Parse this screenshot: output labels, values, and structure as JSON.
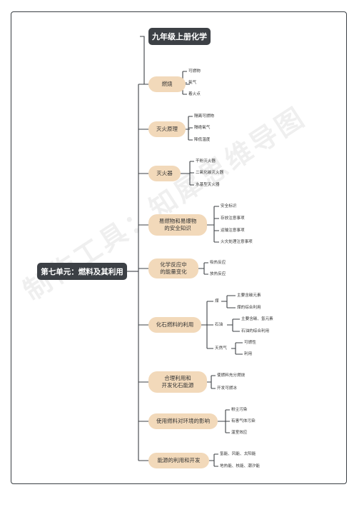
{
  "title": "九年级上册化学",
  "root": "第七单元：燃料及其利用",
  "watermark": "制作工具：知犀思维导图",
  "branches": [
    {
      "label": "燃烧",
      "leaves": [
        "可燃物",
        "氧气",
        "着火点"
      ]
    },
    {
      "label": "灭火原理",
      "leaves": [
        "隔离可燃物",
        "隔绝氧气",
        "降低温度"
      ]
    },
    {
      "label": "灭火器",
      "leaves": [
        "干粉灭火器",
        "二氧化碳灭火器",
        "水基型灭火器"
      ]
    },
    {
      "label": "易燃物和易爆物\n的安全知识",
      "leaves": [
        "安全标识",
        "存放注意事项",
        "运输注意事项",
        "火灾处理注意事项"
      ]
    },
    {
      "label": "化学反应中\n的能量变化",
      "leaves": [
        "吸热反应",
        "放热反应"
      ]
    },
    {
      "label": "化石燃料的利用",
      "groups": [
        {
          "label": "煤",
          "leaves": [
            "主要含碳元素",
            "煤的综合利用"
          ]
        },
        {
          "label": "石油",
          "leaves": [
            "主要含碳、氢元素",
            "石油的综合利用"
          ]
        },
        {
          "label": "天然气",
          "leaves": [
            "可燃性",
            "利用"
          ]
        }
      ]
    },
    {
      "label": "合理利用和\n开发化石能源",
      "leaves": [
        "使燃料充分燃烧",
        "开发可燃冰"
      ]
    },
    {
      "label": "使用燃料对环境的影响",
      "leaves": [
        "粉尘污染",
        "有害气体污染",
        "温室效应"
      ]
    },
    {
      "label": "能源的利用和开发",
      "leaves": [
        "氢能、风能、太阳能",
        "地热能、核能、潮汐能"
      ]
    }
  ]
}
